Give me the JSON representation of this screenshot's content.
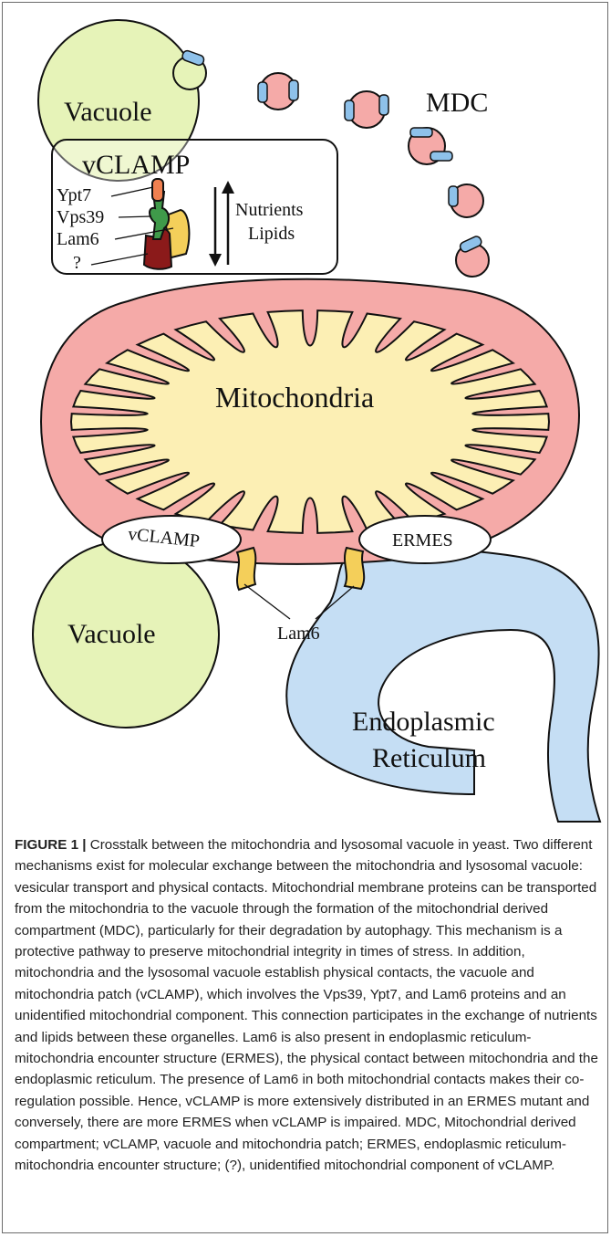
{
  "figure": {
    "labels": {
      "vacuole_top": "Vacuole",
      "mdc": "MDC",
      "vclamp_box": "vCLAMP",
      "ypt7": "Ypt7",
      "vps39": "Vps39",
      "lam6": "Lam6",
      "unknown": "?",
      "nutrients": "Nutrients",
      "lipids": "Lipids",
      "mitochondria": "Mitochondria",
      "vclamp_oval": "vCLAMP",
      "ermes": "ERMES",
      "vacuole_bottom": "Vacuole",
      "lam6_bottom": "Lam6",
      "er_line1": "Endoplasmic",
      "er_line2": "Reticulum"
    },
    "colors": {
      "vacuole": "#e6f3b8",
      "mito_outer": "#f5aaa8",
      "mito_inner": "#fcefb4",
      "er": "#c5def4",
      "vesicle_blue": "#8ec1ea",
      "lam6": "#f4cf5a",
      "ypt7": "#f08050",
      "vps39": "#3f9a4a",
      "unknown": "#8b1a1a"
    }
  },
  "caption": {
    "label": "FIGURE 1 |",
    "text": " Crosstalk between the mitochondria and lysosomal vacuole in yeast. Two different mechanisms exist for molecular exchange between the mitochondria and lysosomal vacuole: vesicular transport and physical contacts. Mitochondrial membrane proteins can be transported from the mitochondria to the vacuole through the formation of the mitochondrial derived compartment (MDC), particularly for their degradation by autophagy. This mechanism is a protective pathway to preserve mitochondrial integrity in times of stress. In addition, mitochondria and the lysosomal vacuole establish physical contacts, the vacuole and mitochondria patch (vCLAMP), which involves the Vps39, Ypt7, and Lam6 proteins and an unidentified mitochondrial component. This connection participates in the exchange of nutrients and lipids between these organelles. Lam6 is also present in endoplasmic reticulum-mitochondria encounter structure (ERMES), the physical contact between mitochondria and the endoplasmic reticulum. The presence of Lam6 in both mitochondrial contacts makes their co-regulation possible. Hence, vCLAMP is more extensively distributed in an ERMES mutant and conversely, there are more ERMES when vCLAMP is impaired. MDC, Mitochondrial derived compartment; vCLAMP, vacuole and mitochondria patch; ERMES, endoplasmic reticulum-mitochondria encounter structure; (?), unidentified mitochondrial component of vCLAMP."
  }
}
